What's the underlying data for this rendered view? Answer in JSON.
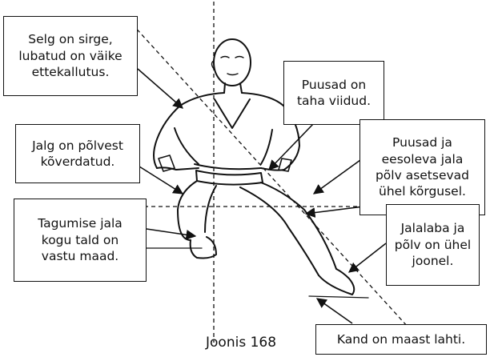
{
  "figure": {
    "caption": "Joonis 168",
    "callouts": {
      "back": [
        "Selg on sirge,",
        "lubatud on väike",
        "ettekallutus."
      ],
      "hips_back": [
        "Puusad on",
        "taha viidud."
      ],
      "knee_bent": [
        "Jalg on põlvest",
        "kõverdatud."
      ],
      "hips_knee_level": [
        "Puusad ja",
        "eesoleva jala",
        "põlv asetsevad",
        "ühel kõrgusel."
      ],
      "rear_sole": [
        "Tagumise jala",
        "kogu tald on",
        "vastu maad."
      ],
      "shin_knee_line": [
        "Jalalaba ja",
        "põlv on ühel",
        "joonel."
      ],
      "heel_up": [
        "Kand on maast lahti."
      ]
    }
  },
  "colors": {
    "ink": "#111111",
    "paper": "#ffffff"
  }
}
